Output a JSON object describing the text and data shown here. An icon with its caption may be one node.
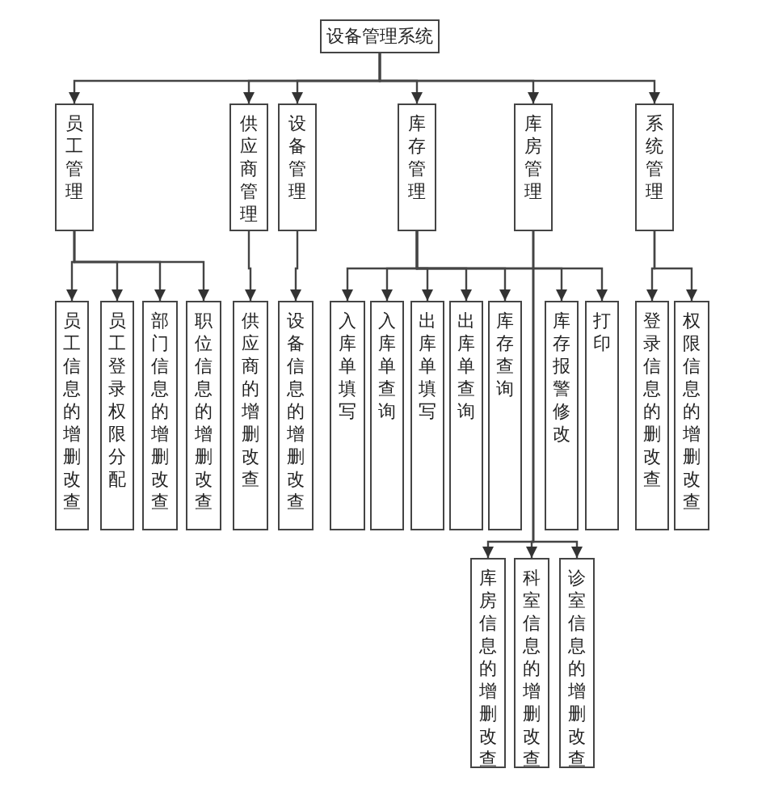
{
  "diagram": {
    "nodes": [
      {
        "text": [
          "设备管理系统"
        ]
      },
      {
        "text": [
          "员工管理"
        ]
      },
      {
        "text": [
          "供应商管理"
        ]
      },
      {
        "text": [
          "设备管理"
        ]
      },
      {
        "text": [
          "库存管理"
        ]
      },
      {
        "text": [
          "库房管理"
        ]
      },
      {
        "text": [
          "系统管理"
        ]
      },
      {
        "text": [
          "员工信息的增删改查"
        ]
      },
      {
        "text": [
          "员工登录权限分配"
        ]
      },
      {
        "text": [
          "部门信息的增删改查"
        ]
      },
      {
        "text": [
          "职位信息的增删改查"
        ]
      },
      {
        "text": [
          "供应商的增删改查"
        ]
      },
      {
        "text": [
          "设备信息的增删改查"
        ]
      },
      {
        "text": [
          "入库单填写"
        ]
      },
      {
        "text": [
          "入库单查询"
        ]
      },
      {
        "text": [
          "出库单填写"
        ]
      },
      {
        "text": [
          "出库单查询"
        ]
      },
      {
        "text": [
          "库存查询"
        ]
      },
      {
        "text": [
          "库存报警修改"
        ]
      },
      {
        "text": [
          "打印"
        ]
      },
      {
        "text": [
          "登录信息的删改查"
        ]
      },
      {
        "text": [
          "权限信息的增删改查"
        ]
      },
      {
        "text": [
          "库房信息的增删改查"
        ]
      },
      {
        "text": [
          "科室信息的增删改查"
        ]
      },
      {
        "text": [
          "诊室信息的增删改查"
        ]
      }
    ],
    "edges": [
      {
        "from": 0,
        "to": 1,
        "arrow": "to"
      },
      {
        "from": 0,
        "to": 2,
        "arrow": "to"
      },
      {
        "from": 0,
        "to": 3,
        "arrow": "to"
      },
      {
        "from": 0,
        "to": 4,
        "arrow": "to"
      },
      {
        "from": 0,
        "to": 5,
        "arrow": "to"
      },
      {
        "from": 0,
        "to": 6,
        "arrow": "to"
      },
      {
        "from": 1,
        "to": 7,
        "arrow": "to"
      },
      {
        "from": 1,
        "to": 8,
        "arrow": "to"
      },
      {
        "from": 1,
        "to": 9,
        "arrow": "to"
      },
      {
        "from": 1,
        "to": 10,
        "arrow": "to"
      },
      {
        "from": 2,
        "to": 11,
        "arrow": "to"
      },
      {
        "from": 3,
        "to": 12,
        "arrow": "to"
      },
      {
        "from": 4,
        "to": 13,
        "arrow": "to"
      },
      {
        "from": 4,
        "to": 14,
        "arrow": "to"
      },
      {
        "from": 4,
        "to": 15,
        "arrow": "to"
      },
      {
        "from": 4,
        "to": 16,
        "arrow": "to"
      },
      {
        "from": 4,
        "to": 17,
        "arrow": "to"
      },
      {
        "from": 4,
        "to": 18,
        "arrow": "to"
      },
      {
        "from": 4,
        "to": 19,
        "arrow": "to"
      },
      {
        "from": 6,
        "to": 20,
        "arrow": "to"
      },
      {
        "from": 6,
        "to": 21,
        "arrow": "to"
      },
      {
        "from": 5,
        "to": 22,
        "arrow": "to"
      },
      {
        "from": 5,
        "to": 23,
        "arrow": "to"
      },
      {
        "from": 5,
        "to": 24,
        "arrow": "to"
      }
    ]
  }
}
